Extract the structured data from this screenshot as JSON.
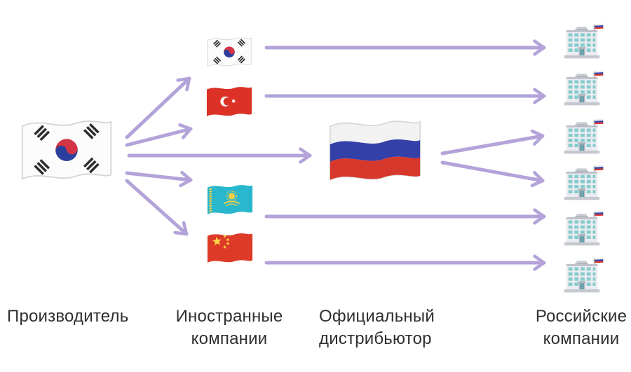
{
  "title": "Distribution scheme diagram",
  "labels": {
    "producer": "Производитель",
    "foreign": [
      "Иностранные",
      "компании"
    ],
    "distributor": [
      "Официальный",
      "дистрибьютор"
    ],
    "russian": [
      "Российские",
      "компании"
    ]
  },
  "icons": {
    "producer_flag": "flag-south-korea",
    "foreign_flags": [
      "flag-south-korea",
      "flag-turkey",
      "flag-kazakhstan",
      "flag-china"
    ],
    "distributor_flag": "flag-russia",
    "russian_company": "office-building-with-russian-flag",
    "connector": "arrow-right"
  },
  "diagram": {
    "columns": [
      "producer",
      "foreign-companies",
      "official-distributor",
      "russian-companies"
    ],
    "nodes": {
      "producer_country": "South Korea",
      "foreign_companies_countries": [
        "South Korea",
        "Turkey",
        "Kazakhstan",
        "China"
      ],
      "distributor_country": "Russia",
      "russian_companies_count": 6
    },
    "edges": [
      {
        "from": "producer",
        "to": "foreign-south-korea"
      },
      {
        "from": "producer",
        "to": "foreign-turkey"
      },
      {
        "from": "producer",
        "to": "official-distributor"
      },
      {
        "from": "producer",
        "to": "foreign-kazakhstan"
      },
      {
        "from": "producer",
        "to": "foreign-china"
      },
      {
        "from": "foreign-south-korea",
        "to": "russian-company-1"
      },
      {
        "from": "foreign-turkey",
        "to": "russian-company-2"
      },
      {
        "from": "official-distributor",
        "to": "russian-company-3"
      },
      {
        "from": "official-distributor",
        "to": "russian-company-4"
      },
      {
        "from": "foreign-kazakhstan",
        "to": "russian-company-5"
      },
      {
        "from": "foreign-china",
        "to": "russian-company-6"
      }
    ]
  },
  "colors": {
    "arrow": "#b3a3d8",
    "text": "#2f2f2f",
    "background": "#ffffff",
    "russia_blue": "#3340a8",
    "russia_red": "#d7382c",
    "kazakh_teal": "#29b7cd",
    "china_red": "#de3a28",
    "turkey_red": "#dc3126",
    "building_window": "#84cbcc"
  }
}
